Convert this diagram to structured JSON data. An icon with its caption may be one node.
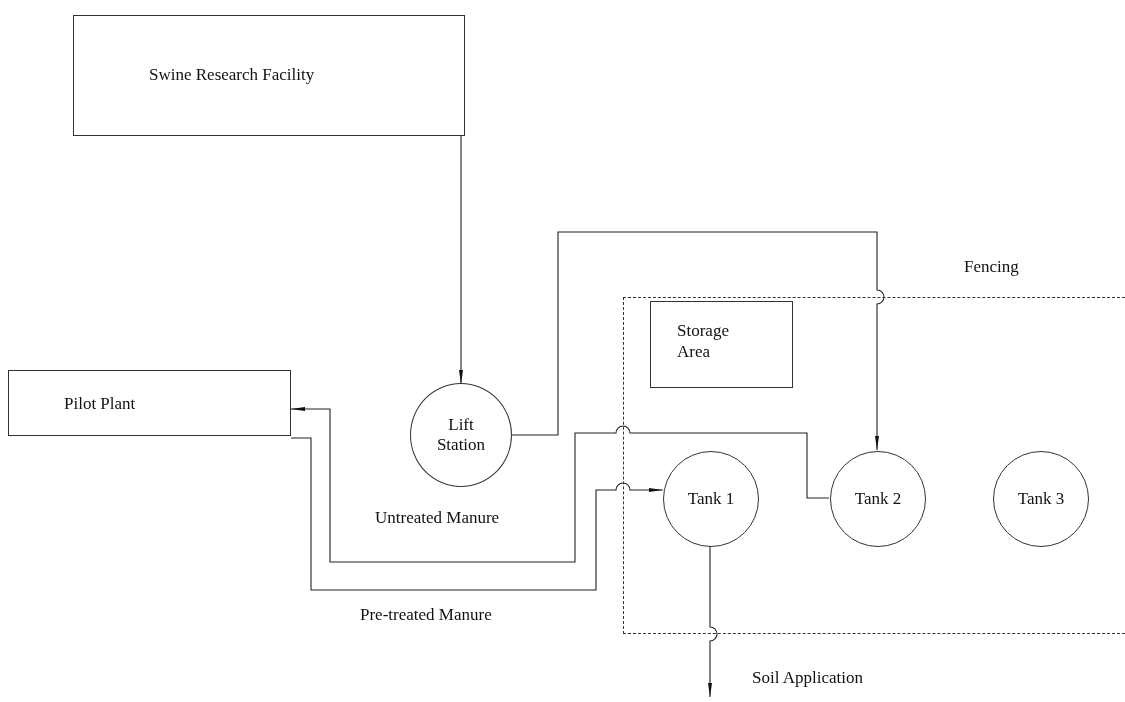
{
  "diagram": {
    "nodes": [
      {
        "text": [
          "Swine Research Facility"
        ]
      },
      {
        "text": [
          "Pilot Plant"
        ]
      },
      {
        "text": [
          "Lift Station"
        ]
      },
      {
        "text": [
          "Fencing"
        ]
      },
      {
        "text": [
          "Storage Area"
        ],
        "in": 3
      },
      {
        "text": [
          "Tank 1"
        ],
        "in": 3
      },
      {
        "text": [
          "Tank 2"
        ],
        "in": 3
      },
      {
        "text": [
          "Tank 3"
        ],
        "in": 3
      }
    ],
    "edges": [
      {
        "from": 0,
        "to": 2,
        "arrow": "to"
      },
      {
        "from": 2,
        "to": 6,
        "arrow": "to"
      },
      {
        "from": 6,
        "to": 1,
        "arrow": "to"
      },
      {
        "from": 1,
        "to": 5,
        "arrow": "to"
      },
      {
        "from": 5,
        "to": null,
        "arrow": "to"
      }
    ],
    "labels": [
      "Untreated Manure",
      "Pre-treated Manure",
      "Soil Application"
    ]
  }
}
